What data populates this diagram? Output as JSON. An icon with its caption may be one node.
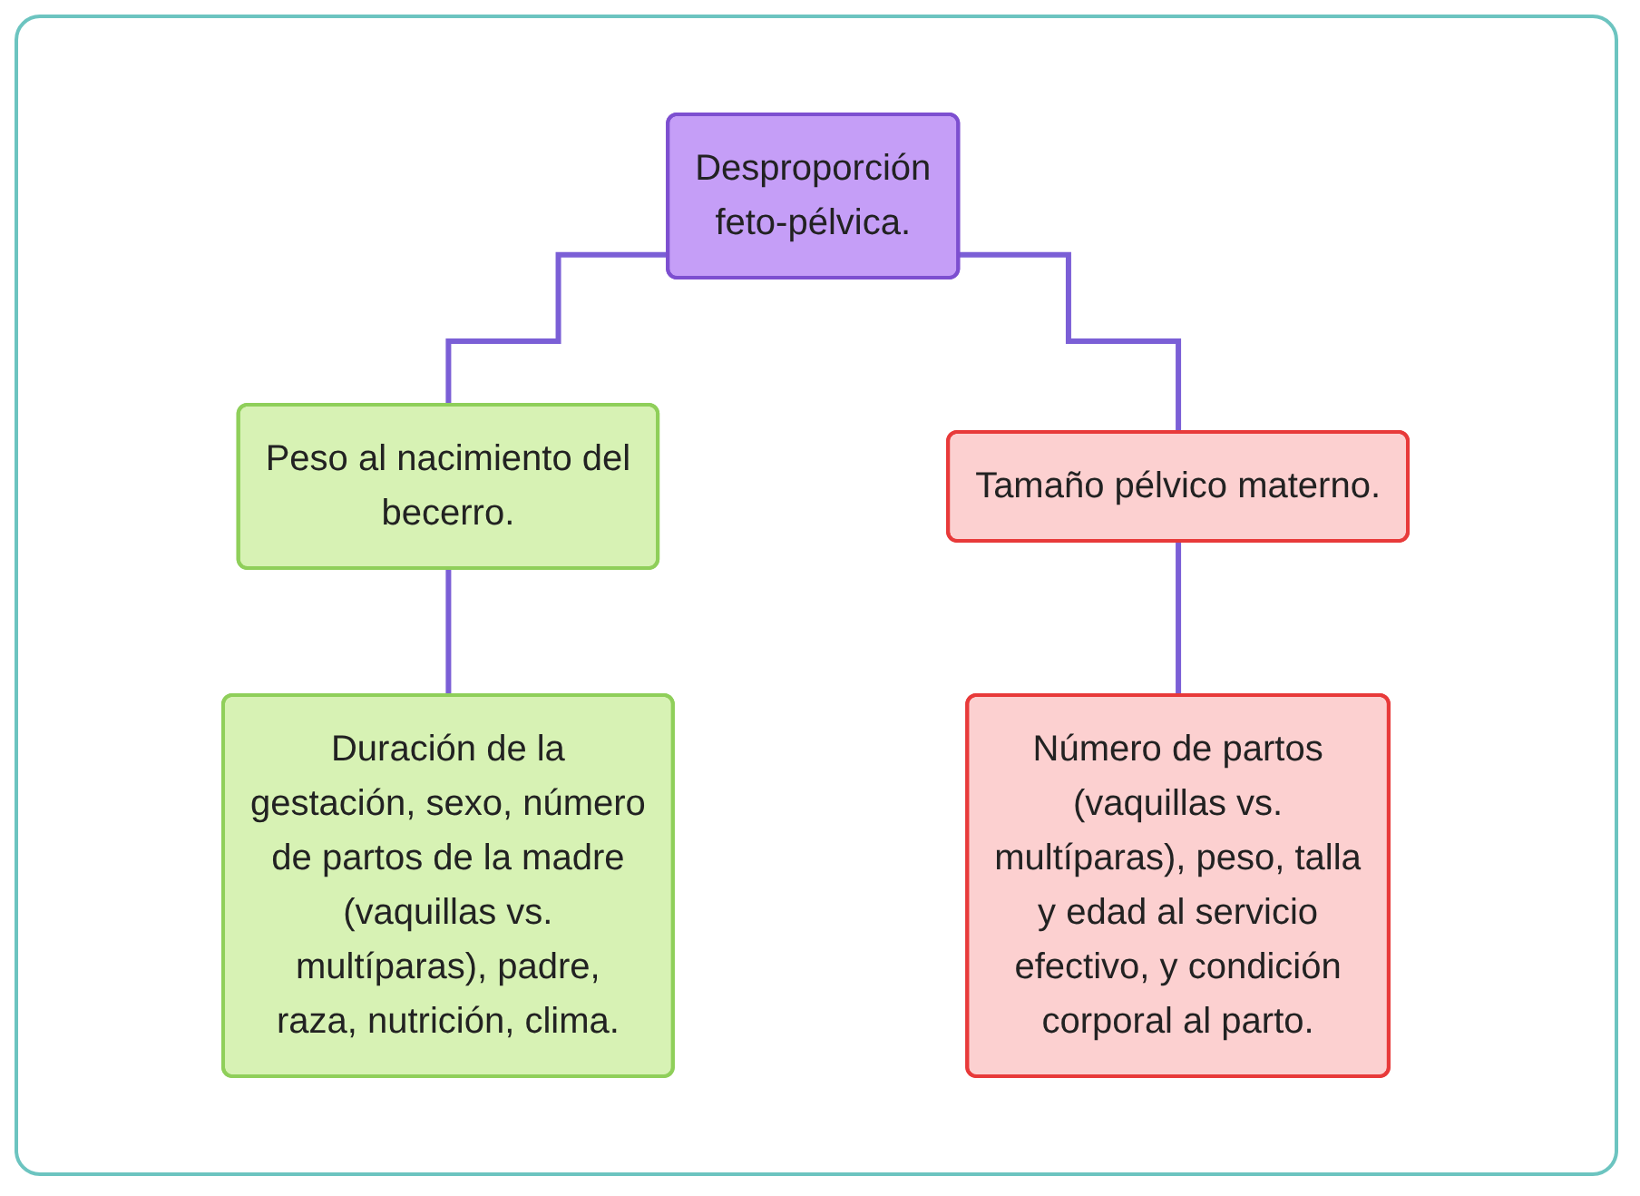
{
  "diagram": {
    "nodes": [
      {
        "text": [
          "Desproporción feto-pélvica."
        ]
      },
      {
        "text": [
          "Peso al nacimiento del becerro."
        ]
      },
      {
        "text": [
          "Tamaño pélvico materno."
        ]
      },
      {
        "text": [
          "Duración de la gestación, sexo, número de partos de la madre (vaquillas vs. multíparas), padre, raza, nutrición, clima."
        ]
      },
      {
        "text": [
          "Número de partos (vaquillas vs. multíparas), peso, talla y edad al servicio efectivo, y condición corporal al parto."
        ]
      }
    ],
    "edges": [
      {
        "from": 0,
        "to": 1,
        "arrow": "none"
      },
      {
        "from": 0,
        "to": 2,
        "arrow": "none"
      },
      {
        "from": 1,
        "to": 3,
        "arrow": "none"
      },
      {
        "from": 2,
        "to": 4,
        "arrow": "none"
      }
    ]
  }
}
